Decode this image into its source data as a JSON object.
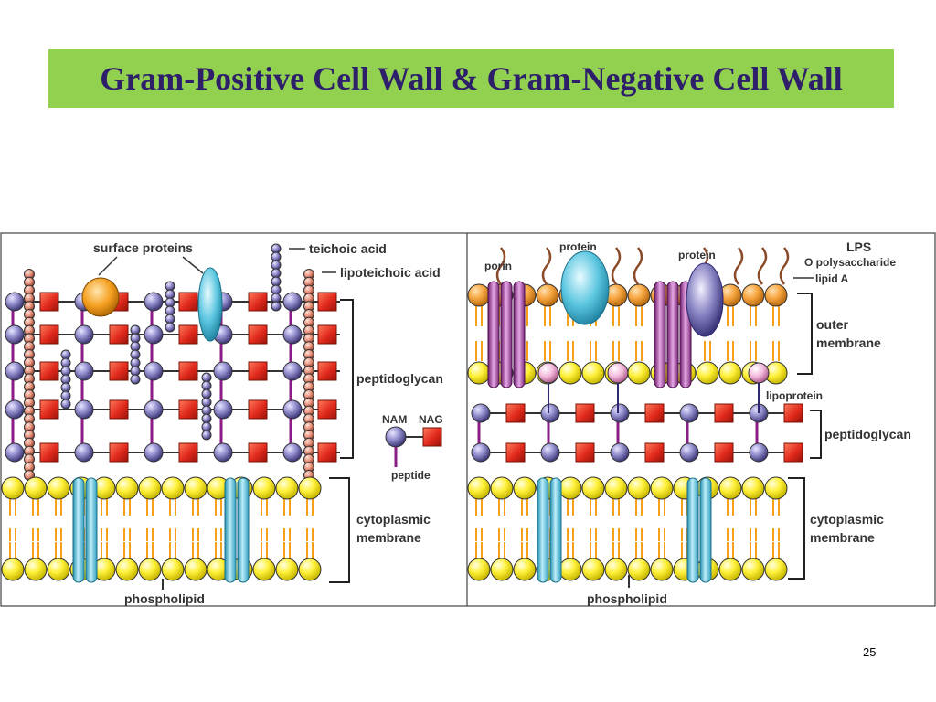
{
  "slide": {
    "title": "Gram-Positive Cell Wall & Gram-Negative Cell Wall",
    "page_number": "25"
  },
  "gram_positive": {
    "labels": {
      "surface_proteins": "surface proteins",
      "teichoic_acid": "teichoic acid",
      "lipoteichoic_acid": "lipoteichoic acid",
      "peptidoglycan": "peptidoglycan",
      "nam": "NAM",
      "nag": "NAG",
      "peptide": "peptide",
      "cytoplasmic_membrane_1": "cytoplasmic",
      "cytoplasmic_membrane_2": "membrane",
      "phospholipid": "phospholipid"
    }
  },
  "gram_negative": {
    "labels": {
      "protein_top": "protein",
      "porin": "porin",
      "protein_right": "protein",
      "lps": "LPS",
      "o_polysaccharide": "O polysaccharide",
      "lipid_a": "lipid A",
      "outer_membrane_1": "outer",
      "outer_membrane_2": "membrane",
      "lipoprotein": "lipoprotein",
      "peptidoglycan": "peptidoglycan",
      "cytoplasmic_membrane_1": "cytoplasmic",
      "cytoplasmic_membrane_2": "membrane",
      "phospholipid": "phospholipid"
    }
  },
  "colors": {
    "title_background": "#92d050",
    "title_text": "#2e1f6b",
    "nam_purple": "#8b86c4",
    "nag_red": "#e0291c",
    "phospholipid_yellow": "#ffee33",
    "lipid_tail_orange": "#f7a11a",
    "lps_head_orange": "#f7a640",
    "channel_blue": "#5bbfd8",
    "porin_purple": "#9b3c98",
    "teichoic_bead": "#e8907a",
    "lipoprotein_pink": "#f3b8dc",
    "o_chain_brown": "#8b4a2a"
  }
}
